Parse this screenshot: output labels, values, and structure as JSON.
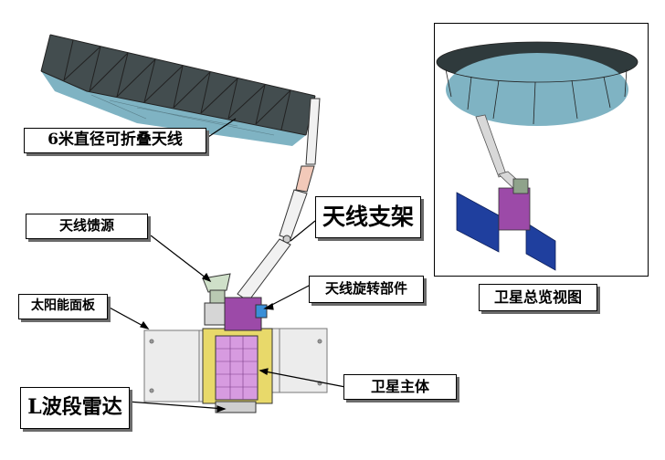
{
  "labels": {
    "antenna": "6米直径可折叠天线",
    "feed": "天线馈源",
    "support": "天线支架",
    "solar_panel": "太阳能面板",
    "rotator": "天线旋转部件",
    "radar": "L波段雷达",
    "body": "卫星主体",
    "overview": "卫星总览视图"
  },
  "colors": {
    "antenna_face": "#7fb3c3",
    "antenna_top": "#2f3a3c",
    "bus_magenta": "#d79be0",
    "bus_yellow": "#e8d96a",
    "solar_blue": "#1f3f9e",
    "panel_grey": "#e8e8e8",
    "rotator_blue": "#3a8fd8"
  }
}
